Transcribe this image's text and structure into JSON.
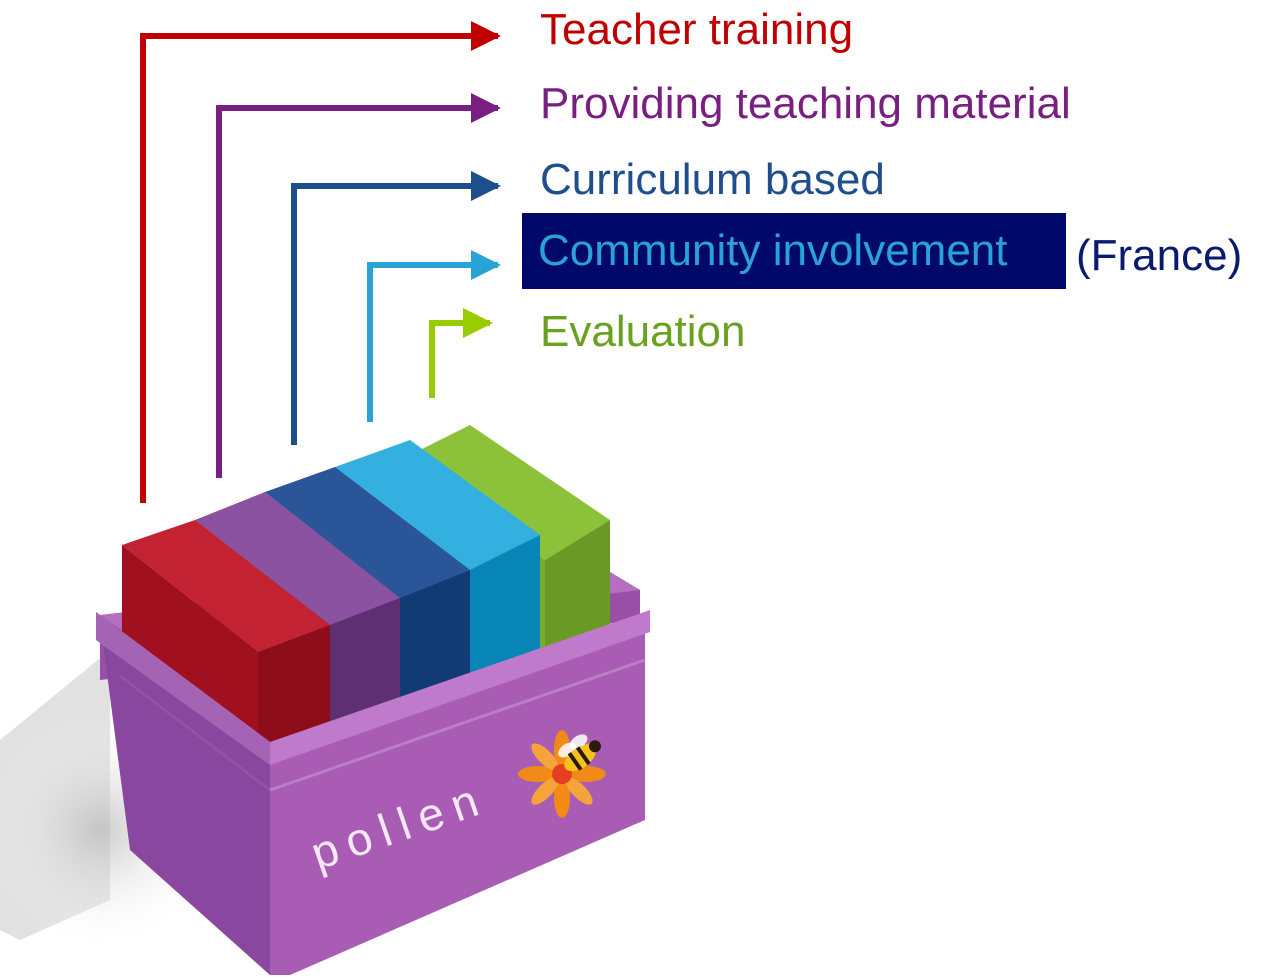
{
  "labels": {
    "teacher_training": "Teacher training",
    "providing_material": "Providing teaching material",
    "curriculum_based": "Curriculum based",
    "community_involvement": "Community involvement",
    "france_note": "(France)",
    "evaluation": "Evaluation"
  },
  "logo": {
    "text": "pollen"
  },
  "colors": {
    "teacher_training": "#c00000",
    "providing_material": "#7a1f82",
    "curriculum_based": "#1f4e8c",
    "community_involvement": "#29a3d6",
    "community_highlight_bg": "#00086a",
    "france_note": "#0a1a6e",
    "evaluation": "#6aa121",
    "evaluation_arrow": "#99cc00",
    "box": "#a85cb4"
  }
}
